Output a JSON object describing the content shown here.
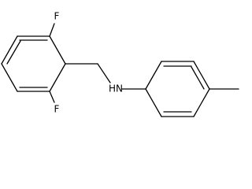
{
  "molecule": {
    "atoms": {
      "fluorine_top": "F",
      "fluorine_bottom": "F",
      "amine": "HN"
    }
  }
}
